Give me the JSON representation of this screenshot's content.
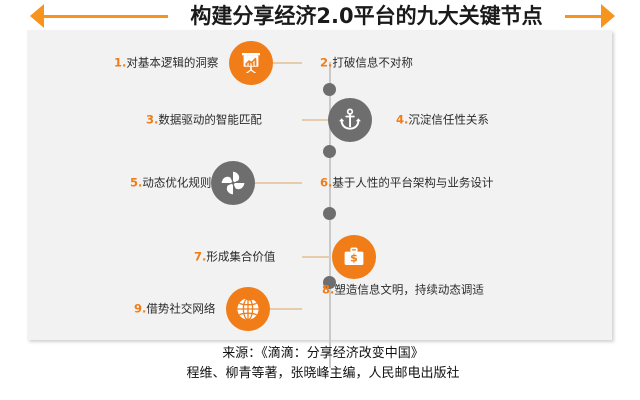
{
  "header": {
    "title": "构建分享经济2.0平台的九大关键节点",
    "accent_color": "#f7941e",
    "left_arrow_icon": "triangle-left-icon",
    "right_arrow_icon": "triangle-right-icon"
  },
  "diagram": {
    "orange": "#f07d17",
    "gray": "#6e6e6e",
    "panel_background": "#f2f2f2",
    "spine_color": "#c9c9c9",
    "nodes": [
      {
        "number": "1.",
        "label": "对基本逻辑的洞察",
        "side": "left",
        "icon": "presentation-chart-icon",
        "icon_color": "orange"
      },
      {
        "number": "2.",
        "label": "打破信息不对称",
        "side": "right",
        "icon": "none",
        "icon_color": "none"
      },
      {
        "number": "3.",
        "label": "数据驱动的智能匹配",
        "side": "left",
        "icon": "anchor-icon",
        "icon_color": "gray"
      },
      {
        "number": "4.",
        "label": "沉淀信任性关系",
        "side": "right",
        "icon": "none",
        "icon_color": "none"
      },
      {
        "number": "5.",
        "label": "动态优化规则",
        "side": "left",
        "icon": "pinwheel-icon",
        "icon_color": "gray"
      },
      {
        "number": "6.",
        "label": "基于人性的平台架构与业务设计",
        "side": "right",
        "icon": "none",
        "icon_color": "none"
      },
      {
        "number": "7.",
        "label": "形成集合价值",
        "side": "left",
        "icon": "briefcase-dollar-icon",
        "icon_color": "orange"
      },
      {
        "number": "8.",
        "label": "塑造信息文明，持续动态调适",
        "side": "right",
        "icon": "none",
        "icon_color": "none"
      },
      {
        "number": "9.",
        "label": "借势社交网络",
        "side": "left",
        "icon": "globe-icon",
        "icon_color": "orange"
      }
    ]
  },
  "caption": {
    "line1": "来源：《滴滴：分享经济改变中国》",
    "line2": "程维、柳青等著，张晓峰主编，人民邮电出版社"
  }
}
